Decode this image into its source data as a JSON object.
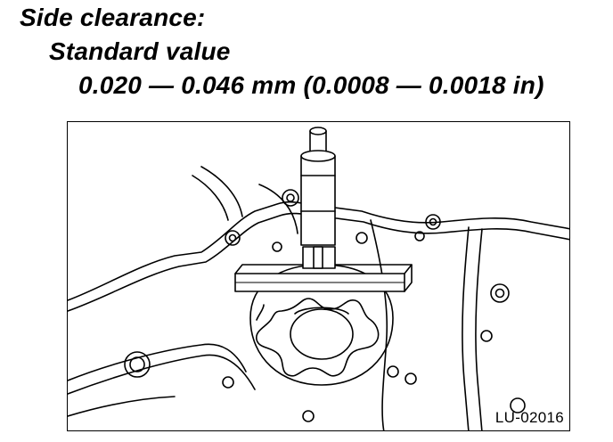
{
  "heading": {
    "line1": "Side clearance:",
    "line2": "Standard value",
    "line3": "0.020 — 0.046 mm (0.0008 — 0.0018 in)"
  },
  "figure": {
    "code": "LU-02016",
    "icons": [
      "dial-gauge-icon",
      "straight-edge-icon",
      "oil-pump-rotor-icon",
      "housing-bolt-holes-icon"
    ]
  }
}
